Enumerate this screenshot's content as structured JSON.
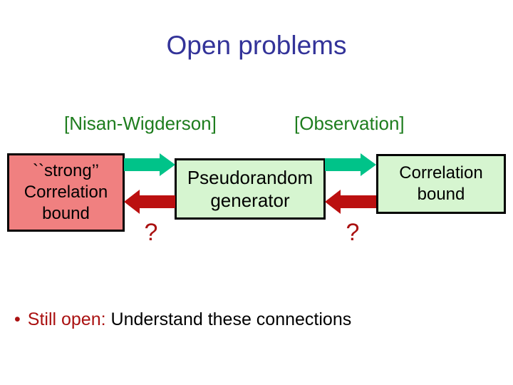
{
  "slide": {
    "title": "Open problems",
    "citation_left": "[Nisan-Wigderson]",
    "citation_right": "[Observation]",
    "diagram": {
      "strong_box": {
        "line1": "``strong’’",
        "line2": "Correlation",
        "line3": "bound"
      },
      "prg_box": {
        "line1": "Pseudorandom",
        "line2": "generator"
      },
      "corr_box": {
        "line1": "Correlation",
        "line2": "bound"
      },
      "question_left": "?",
      "question_right": "?",
      "arrow_colors": {
        "forward": "#00C389",
        "backward": "#BB1010"
      }
    },
    "bullet": {
      "marker": "•",
      "highlight": "Still open:",
      "rest": " Understand these connections"
    },
    "colors": {
      "background": "#FFFFFF",
      "title": "#333399",
      "citation": "#1E7D1E",
      "strong_box_fill": "#F08080",
      "green_box_fill": "#D6F5D0",
      "box_border": "#000000",
      "question": "#AA1111",
      "highlight": "#AA1111",
      "body": "#000000"
    }
  }
}
